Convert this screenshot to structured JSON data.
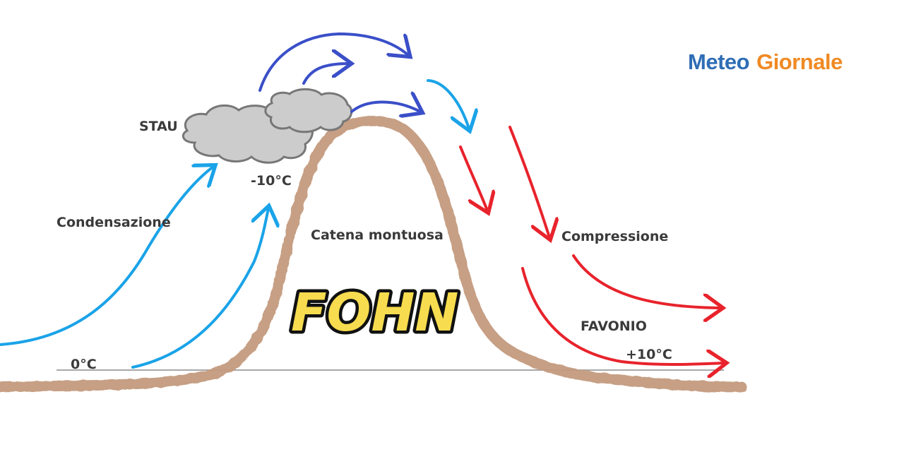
{
  "brand": {
    "word1": "Meteo",
    "word2": "Giornale",
    "color1": "#2f6db5",
    "color2": "#f08a24"
  },
  "title": "FOHN",
  "labels": {
    "stau": "STAU",
    "temp_top": "-10°C",
    "condensation": "Condensazione",
    "mountain": "Catena montuosa",
    "compression": "Compressione",
    "favonio": "FAVONIO",
    "temp_base": "0°C",
    "temp_lee": "+10°C"
  },
  "colors": {
    "mountain": "#c49a7e",
    "cloud": "#c9c9c9",
    "cold_air": "#1aa3e8",
    "upper_air": "#3a4fc8",
    "warm_air": "#e8232c",
    "title_fill": "#f7dc4f"
  }
}
